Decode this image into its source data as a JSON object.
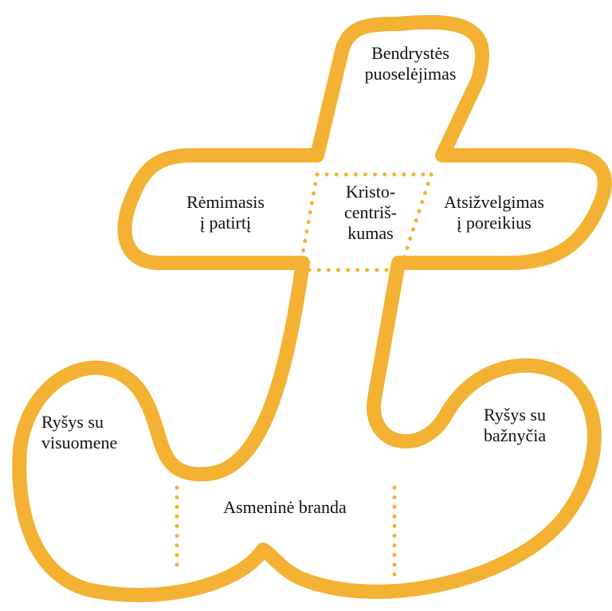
{
  "colors": {
    "outline": "#f3b233",
    "text": "#111111",
    "background": "#ffffff"
  },
  "nodes": {
    "top": {
      "line1": "Bendrystės",
      "line2": "puoselėjimas"
    },
    "left": {
      "line1": "Rėmimasis",
      "line2": "į patirtį"
    },
    "center": {
      "line1": "Kristo-",
      "line2": "centriš-",
      "line3": "kumas"
    },
    "right": {
      "line1": "Atsižvelgimas",
      "line2": "į poreikius"
    },
    "bottom_left": {
      "line1": "Ryšys su",
      "line2": "visuomene"
    },
    "bottom_right": {
      "line1": "Ryšys su",
      "line2": "bažnyčia"
    },
    "bottom_center": {
      "text": "Asmeninė branda"
    }
  }
}
